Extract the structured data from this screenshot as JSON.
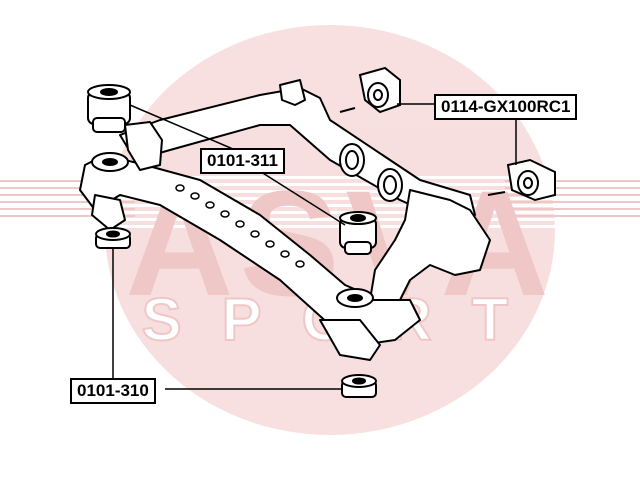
{
  "watermark": {
    "brand_text": "ASVA",
    "sub_text": "SPORT",
    "color": "#e8a3a3"
  },
  "parts": {
    "part_311": "0101-311",
    "part_gx": "0114-GX100RC1",
    "part_310": "0101-310"
  },
  "colors": {
    "line": "#000000",
    "label_border": "#000000",
    "label_bg": "#ffffff"
  }
}
